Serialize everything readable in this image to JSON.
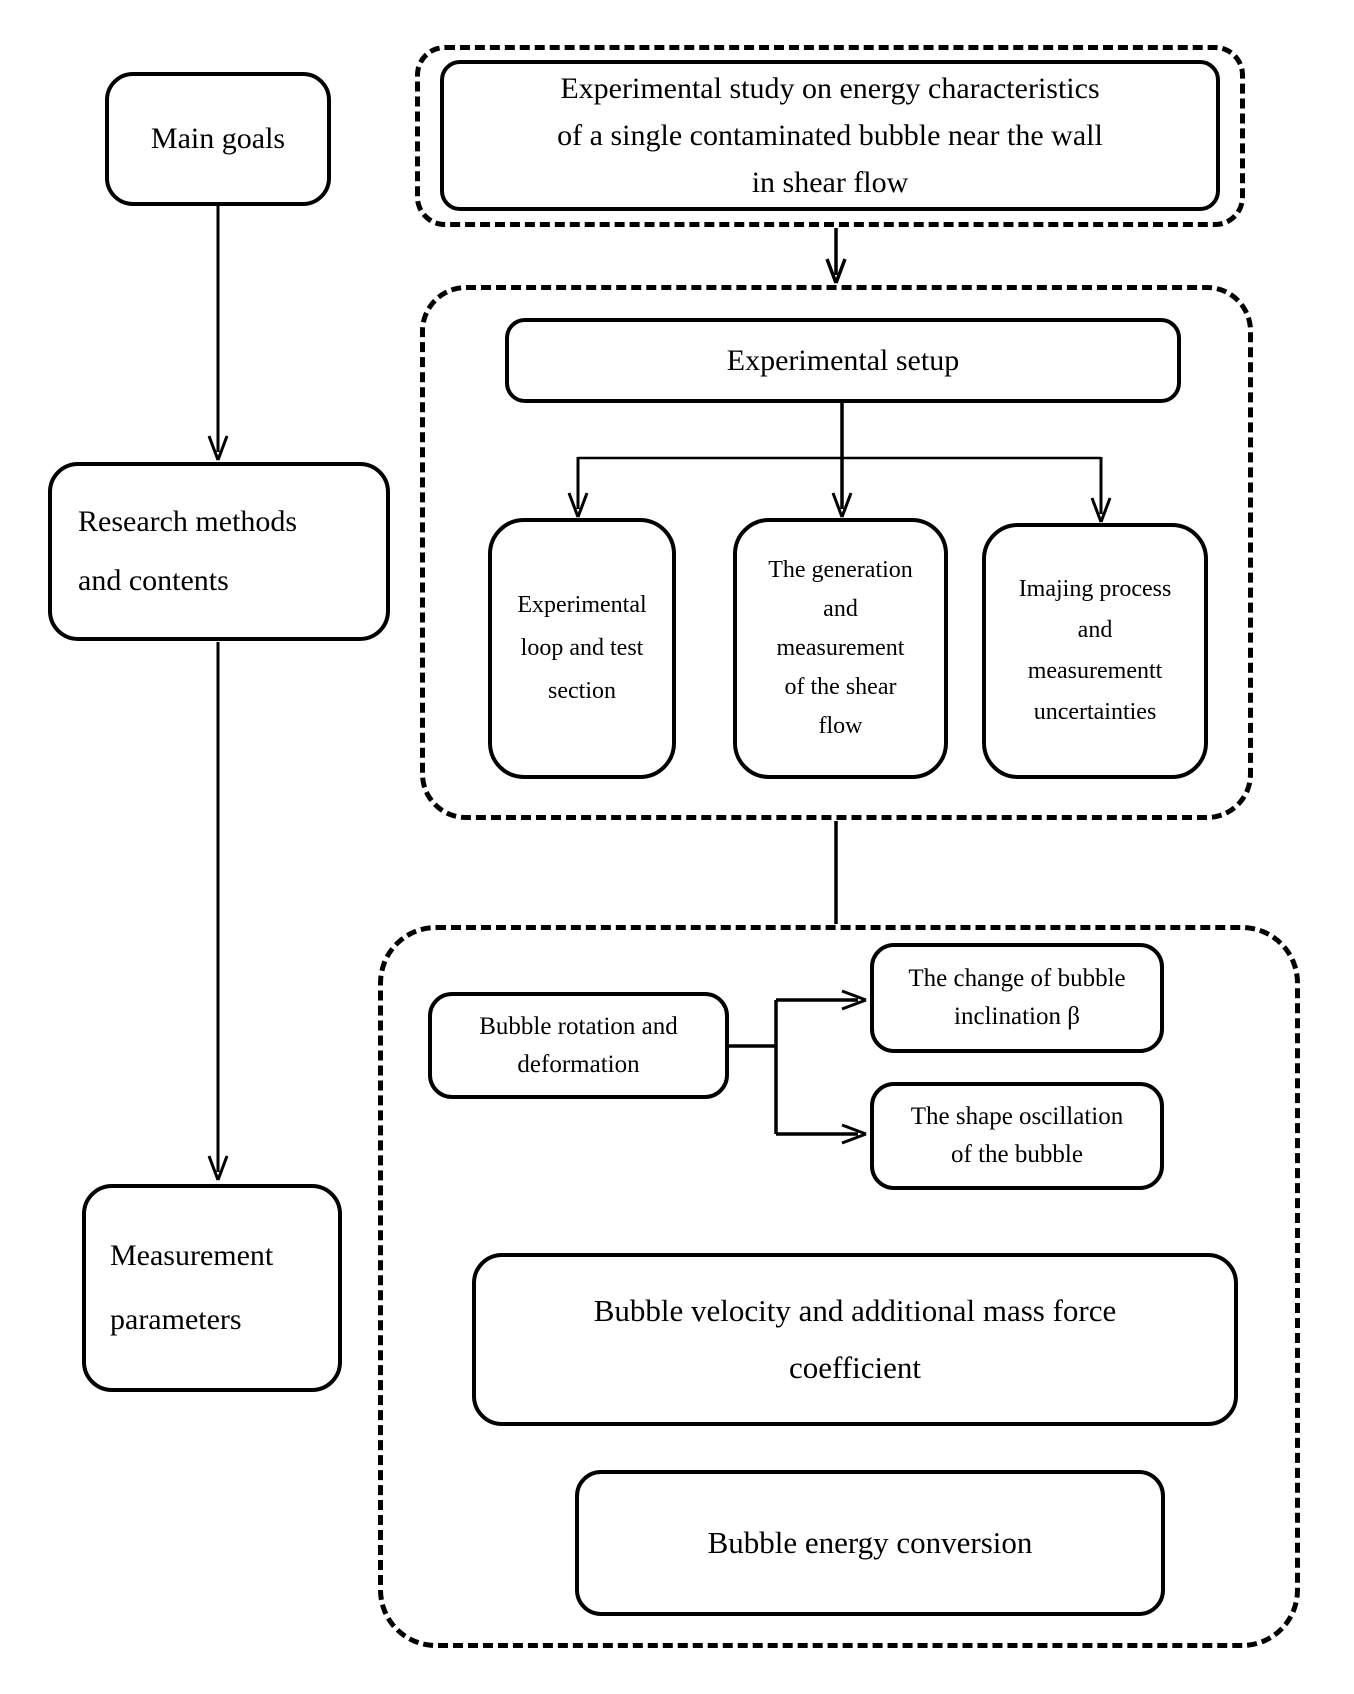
{
  "colors": {
    "background": "#ffffff",
    "line": "#000000",
    "text": "#000000"
  },
  "nodes": {
    "main_goals": {
      "label": "Main goals"
    },
    "research_methods": {
      "lines": [
        "Research methods",
        "and contents"
      ]
    },
    "measurement_parameters": {
      "lines": [
        "Measurement",
        "parameters"
      ]
    },
    "title": {
      "lines": [
        "Experimental study on energy characteristics",
        "of a single contaminated bubble near the wall",
        "in shear flow"
      ]
    },
    "experimental_setup": {
      "label": "Experimental setup"
    },
    "experimental_loop": {
      "lines": [
        "Experimental",
        "loop and test",
        "section"
      ]
    },
    "shear_flow": {
      "lines": [
        "The generation",
        "and",
        "measurement",
        "of the shear",
        "flow"
      ]
    },
    "imaging_process": {
      "lines": [
        "Imajing process",
        "and",
        "measurementt",
        "uncertainties"
      ]
    },
    "bubble_rotation": {
      "lines": [
        "Bubble rotation and",
        "deformation"
      ]
    },
    "bubble_inclination": {
      "lines": [
        "The change of bubble",
        "inclination β"
      ]
    },
    "shape_oscillation": {
      "lines": [
        "The shape oscillation",
        "of the bubble"
      ]
    },
    "bubble_velocity": {
      "lines": [
        "Bubble velocity and additional mass force",
        "coefficient"
      ]
    },
    "bubble_energy": {
      "label": "Bubble energy conversion"
    }
  }
}
